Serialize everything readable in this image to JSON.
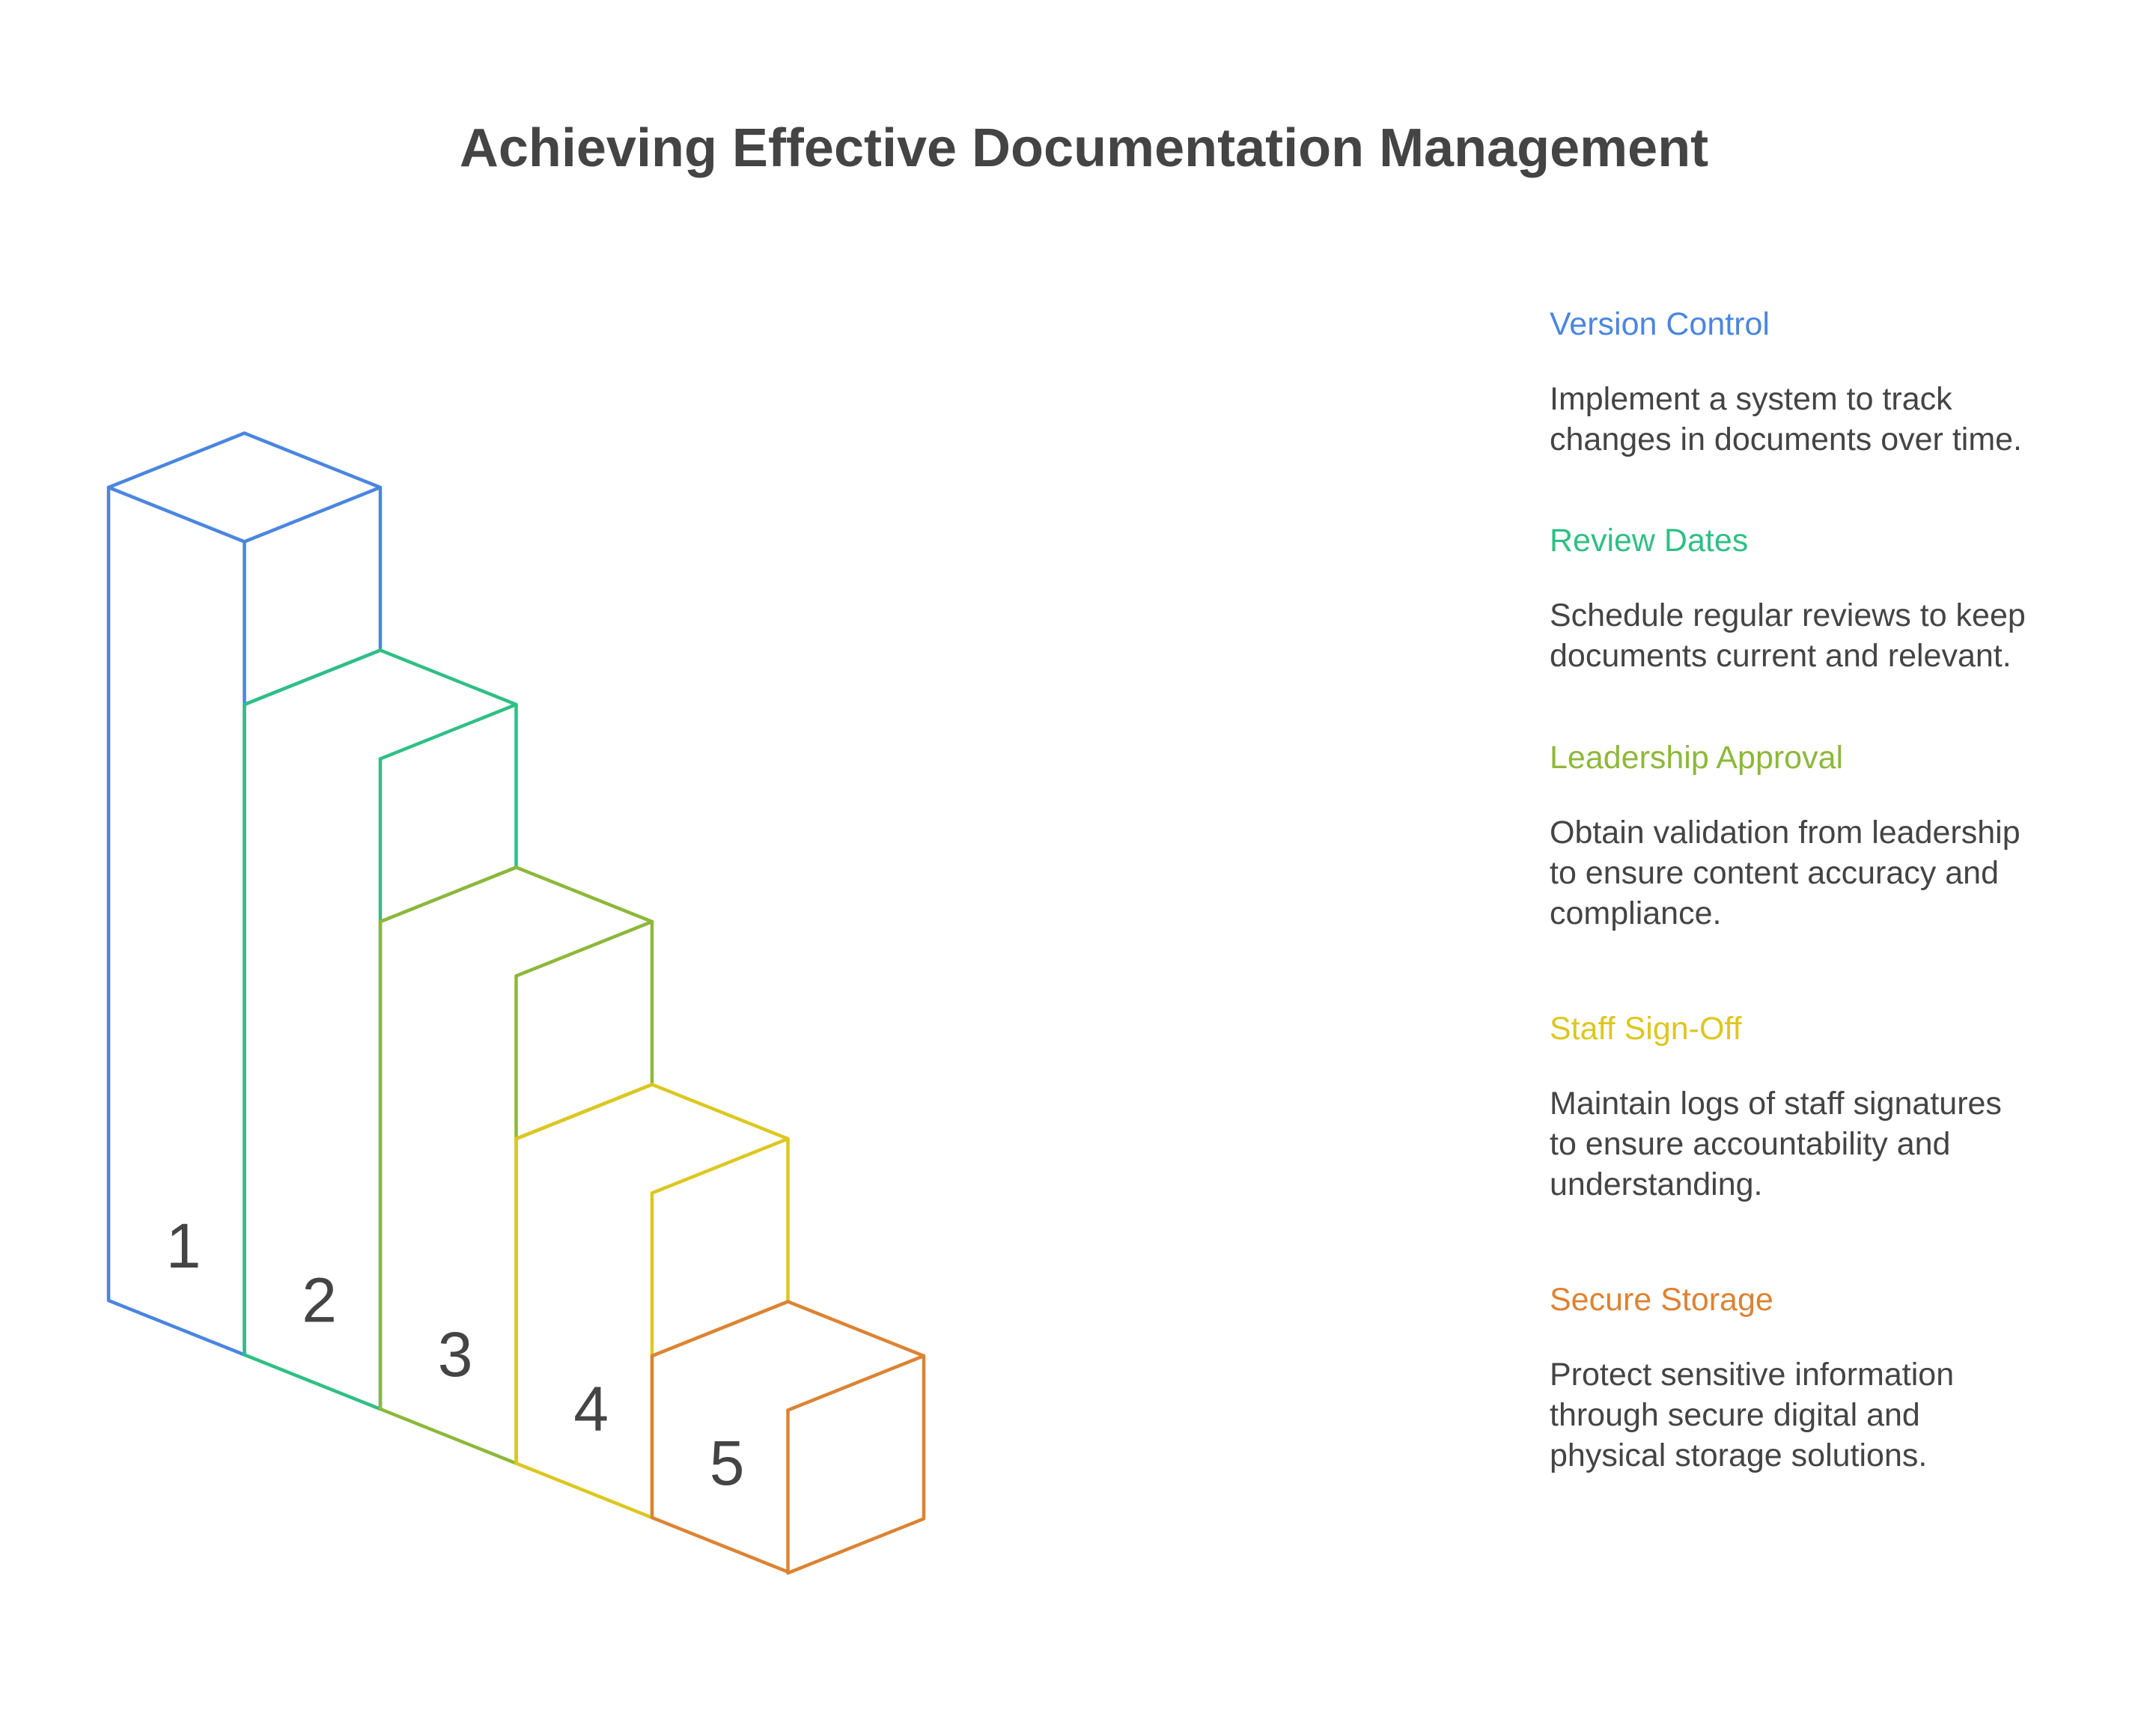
{
  "title": "Achieving Effective Documentation Management",
  "steps": [
    {
      "number": "1",
      "heading": "Version Control",
      "description": [
        "Implement a system to track",
        "changes in documents over time."
      ],
      "color": "#4A86E0"
    },
    {
      "number": "2",
      "heading": "Review Dates",
      "description": [
        "Schedule regular reviews to keep",
        "documents current and relevant."
      ],
      "color": "#2FBF85"
    },
    {
      "number": "3",
      "heading": "Leadership Approval",
      "description": [
        "Obtain validation from leadership",
        "to ensure content accuracy and",
        "compliance."
      ],
      "color": "#8DB83A"
    },
    {
      "number": "4",
      "heading": "Staff Sign-Off",
      "description": [
        "Maintain logs of staff signatures",
        "to ensure accountability and",
        "understanding."
      ],
      "color": "#DDC71E"
    },
    {
      "number": "5",
      "heading": "Secure Storage",
      "description": [
        "Protect sensitive information",
        "through secure digital and",
        "physical storage solutions."
      ],
      "color": "#DC8333"
    }
  ]
}
